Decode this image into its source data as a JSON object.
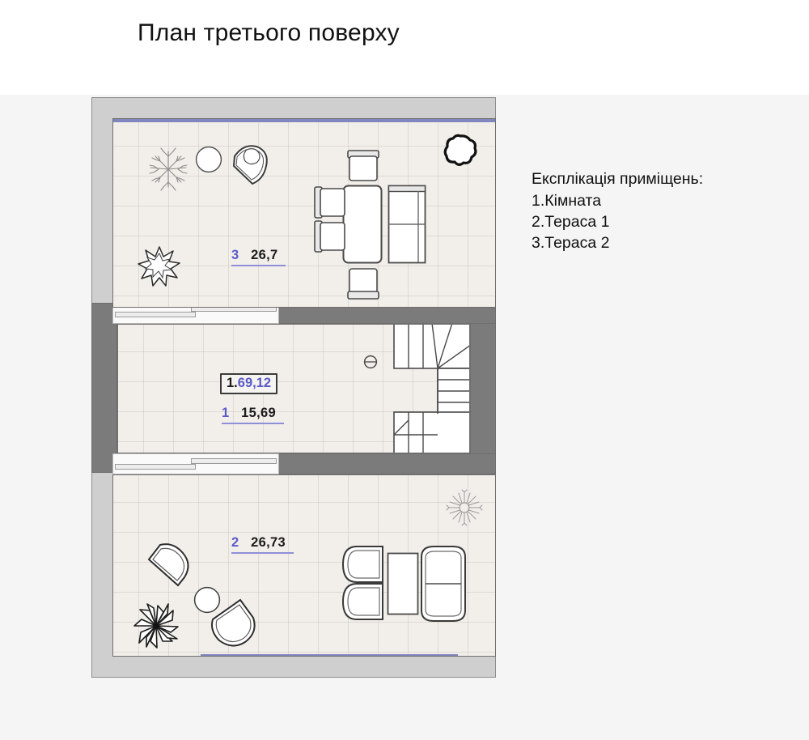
{
  "page": {
    "title": "План третього поверху",
    "background": "#f5f5f5",
    "header_background": "#ffffff"
  },
  "legend": {
    "heading": "Експлікація приміщень:",
    "items": [
      "1.Кімната",
      "2.Тераса 1",
      "3.Тераса 2"
    ]
  },
  "plan": {
    "colors": {
      "floor": "#f2efeb",
      "outer_wall": "#cfcfcf",
      "inner_wall": "#7b7b7b",
      "railing": "#8086be",
      "label_blue": "#5a5ac8",
      "outline": "#6f6f6f"
    },
    "rooms": [
      {
        "id": "terrace-2",
        "number": "3",
        "area": "26,7",
        "name": "Тераса 2",
        "label": "3  26,7"
      },
      {
        "id": "room-1",
        "number": "1",
        "area": "15,69",
        "name": "Кімната",
        "label": "1  15,69",
        "tag_prefix": "1.",
        "tag_value": "69,12"
      },
      {
        "id": "terrace-1",
        "number": "2",
        "area": "26,73",
        "name": "Тераса 1",
        "label": "2  26,73"
      }
    ],
    "labels": {
      "terrace2_num": "3",
      "terrace2_area": "26,7",
      "room1_num": "1",
      "room1_area": "15,69",
      "terrace1_num": "2",
      "terrace1_area": "26,73",
      "tag_prefix": "1.",
      "tag_value": "69,12"
    },
    "furniture": {
      "terrace2": [
        "tree-icon",
        "round-table-icon",
        "armchair-icon",
        "bush-plant-icon",
        "shrub-icon",
        "dining-table-icon",
        "dining-chair-icon",
        "bench-icon"
      ],
      "room1": [
        "staircase-icon",
        "stair-newel-icon"
      ],
      "terrace1": [
        "armchair-icon",
        "round-table-icon",
        "flower-plant-icon",
        "shrub-icon",
        "lounge-chair-icon",
        "coffee-table-icon",
        "sofa-icon"
      ]
    }
  }
}
